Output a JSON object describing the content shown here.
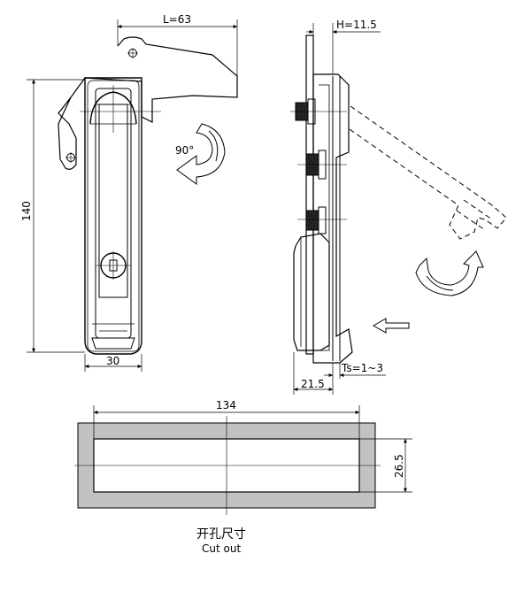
{
  "front_view": {
    "dim_length": "L=63",
    "dim_height": "140",
    "dim_width": "30",
    "rotation_angle": "90°"
  },
  "side_view": {
    "dim_h": "H=11.5",
    "dim_depth": "21.5",
    "dim_ts": "Ts=1~3"
  },
  "cutout": {
    "dim_width": "134",
    "dim_height": "26.5",
    "title_cn": "开孔尺寸",
    "title_en": "Cut out"
  },
  "icons": [
    "rotate-counterclockwise-arrow",
    "rotate-clockwise-arrow",
    "insert-direction-arrow"
  ]
}
